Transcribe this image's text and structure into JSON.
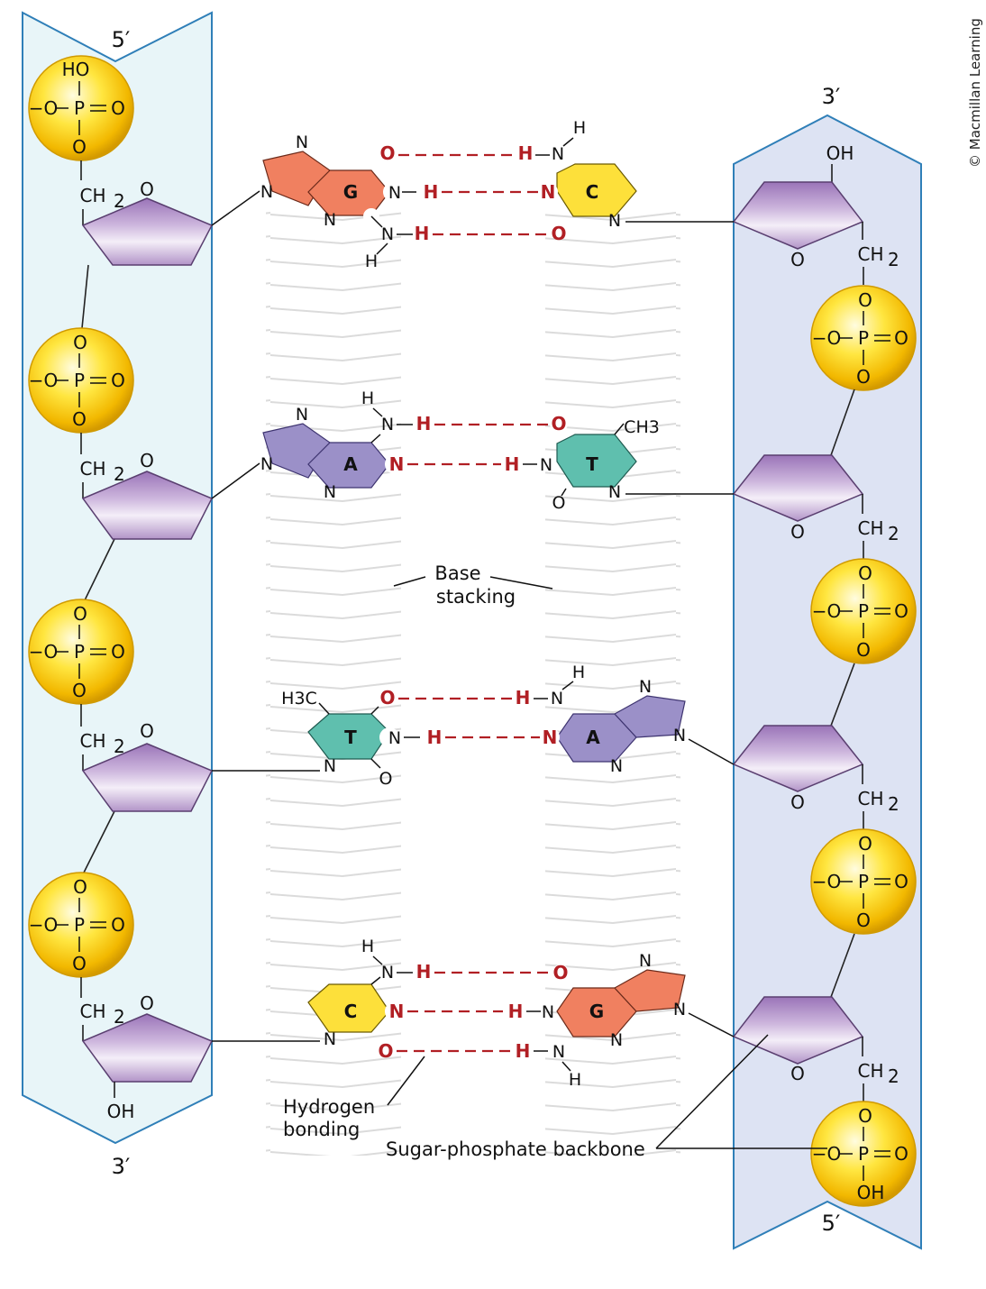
{
  "strand_ends": {
    "left_top": "5′",
    "left_bottom": "3′",
    "right_top": "3′",
    "right_bottom": "5′"
  },
  "labels": {
    "base_stacking": [
      "Base",
      "stacking"
    ],
    "hydrogen_bonding": [
      "Hydrogen",
      "bonding"
    ],
    "backbone": "Sugar-phosphate backbone"
  },
  "credit": "© Macmillan Learning",
  "phosphate": {
    "p": "P",
    "o": "O",
    "o_minus": "−O",
    "ho": "HO",
    "oh": "OH"
  },
  "sugar": {
    "ring_o": "O",
    "ch2": "CH",
    "sub2": "2",
    "oh": "OH"
  },
  "atoms": {
    "n": "N",
    "h": "H",
    "o": "O",
    "ch3": "CH3",
    "h3c": "H3C",
    "sub3": "3"
  },
  "base_pairs": [
    {
      "left": "G",
      "right": "C"
    },
    {
      "left": "A",
      "right": "T"
    },
    {
      "left": "T",
      "right": "A"
    },
    {
      "left": "C",
      "right": "G"
    }
  ],
  "colors": {
    "G": "#f08060",
    "C": "#fde03a",
    "A": "#9b90c8",
    "T": "#5fbfae",
    "hydrogen_bond": "#b11f24",
    "left_panel": "#e8f5f8",
    "right_panel": "#dde3f3",
    "panel_border": "#2f7fb8",
    "sugar": "#b69ac9",
    "phosphate": "#f5c400"
  }
}
